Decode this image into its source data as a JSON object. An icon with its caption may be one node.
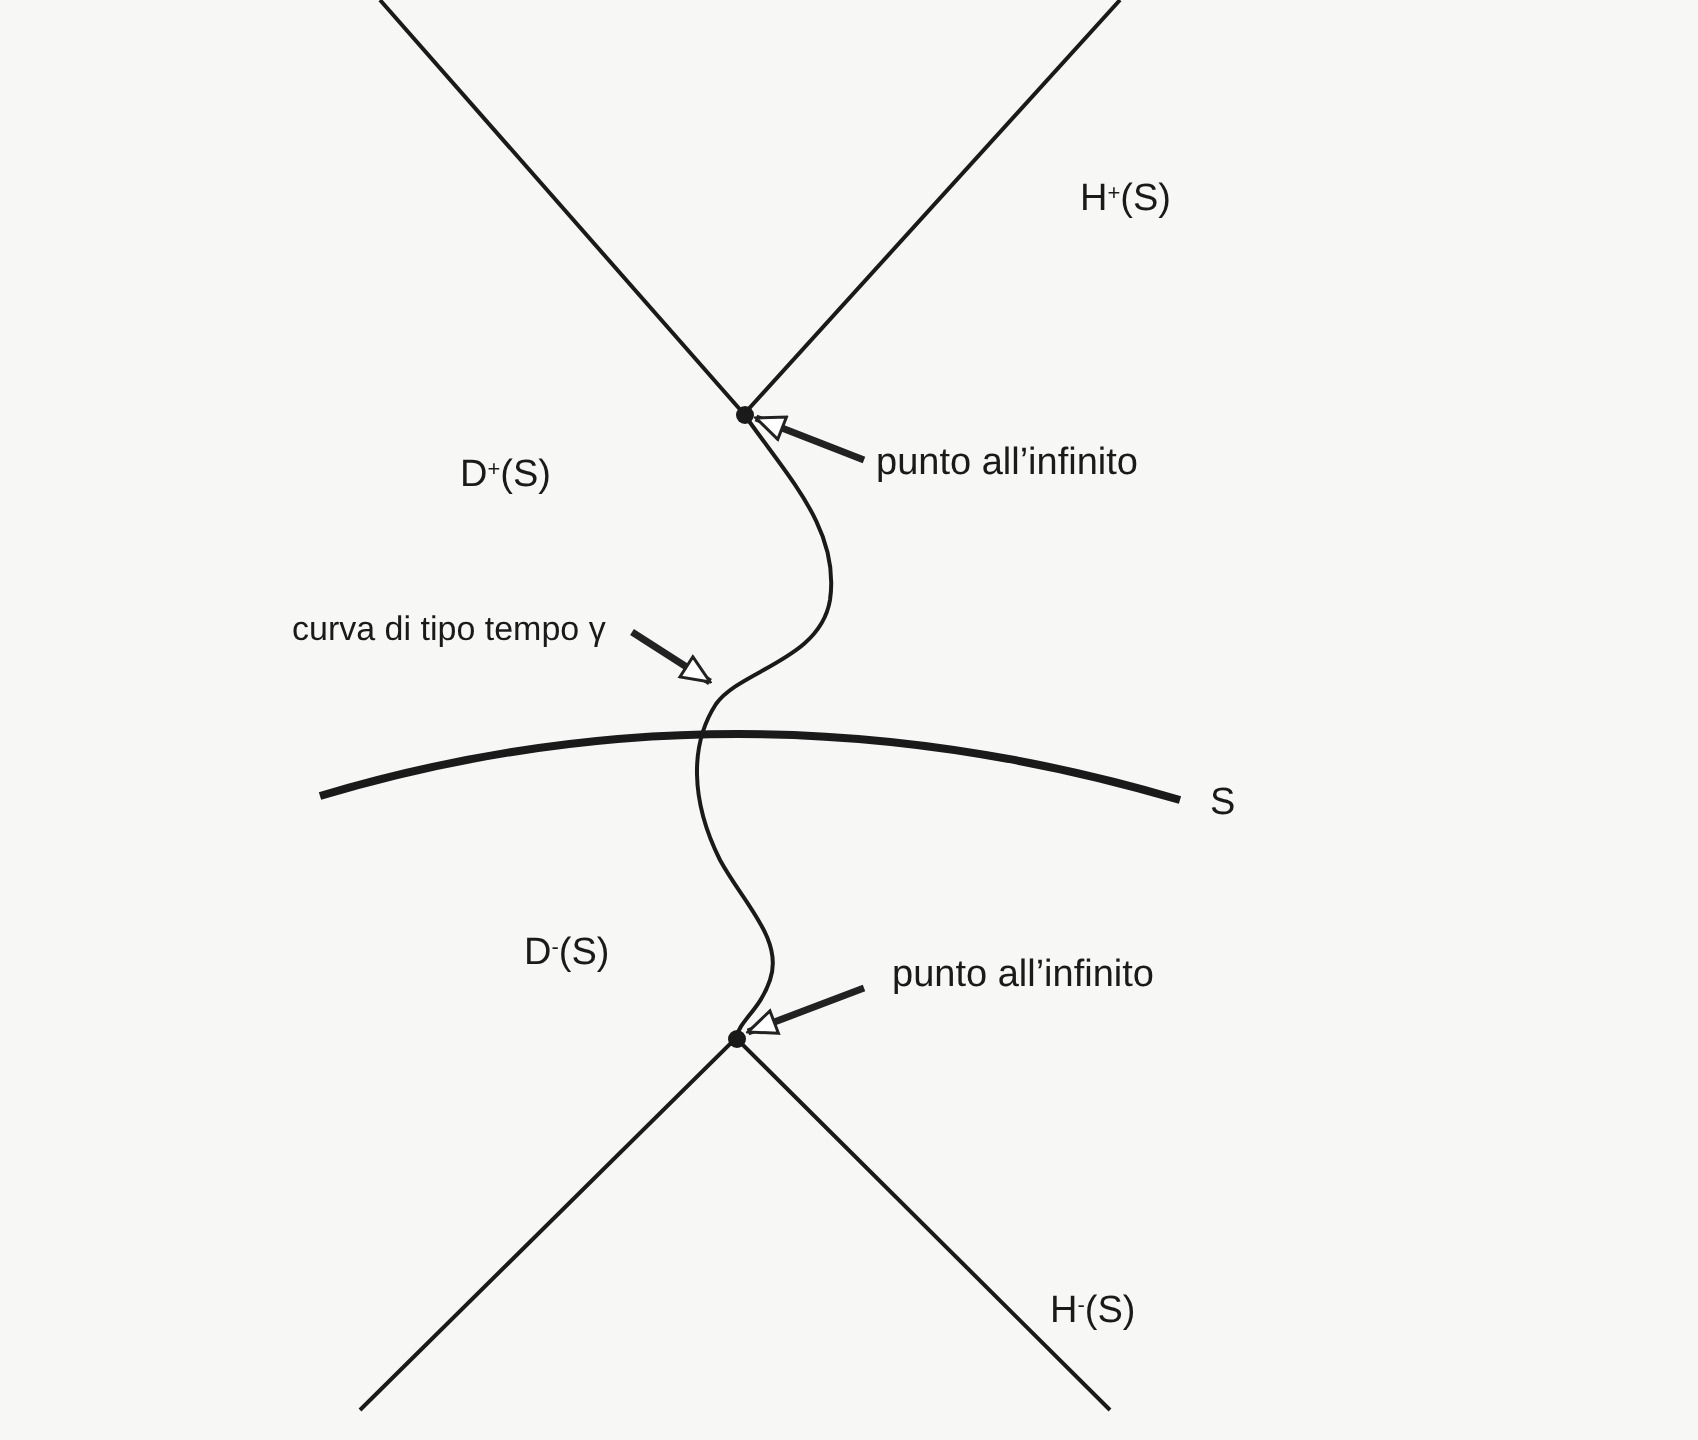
{
  "diagram": {
    "nodes": [
      {
        "text": [
          "punto all’infinito"
        ]
      },
      {
        "text": [],
        "shape": "circle"
      },
      {
        "text": [
          "curva di tipo tempo γ"
        ]
      },
      {
        "text": [
          "punto all’infinito"
        ]
      },
      {
        "text": [],
        "shape": "circle"
      }
    ],
    "edges": [
      {
        "from": 0,
        "to": 1,
        "arrow": "to"
      },
      {
        "from": 2,
        "to": null,
        "arrow": "to"
      },
      {
        "from": 3,
        "to": 4,
        "arrow": "to"
      }
    ],
    "labels": [
      "H$^{+}$(S)",
      "D$^{+}$(S)",
      "S",
      "D$^{-}$(S)",
      "H$^{-}$(S)"
    ]
  }
}
